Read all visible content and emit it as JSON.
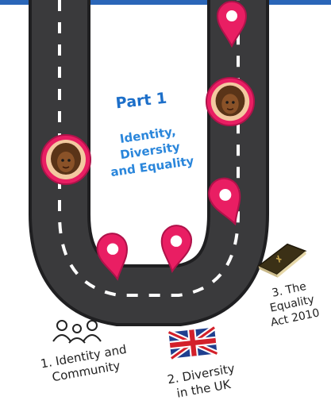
{
  "title": {
    "part": "Part 1",
    "subtitle": "Identity,\nDiversity\nand Equality"
  },
  "stops": [
    {
      "label": "1. Identity and\nCommunity",
      "icon": "people-icon"
    },
    {
      "label": "2. Diversity\nin the UK",
      "icon": "union-jack-flag-icon"
    },
    {
      "label": "3. The\nEquality\nAct 2010",
      "icon": "book-icon"
    }
  ],
  "colors": {
    "road": "#3a3a3c",
    "road_edge": "#1f1f21",
    "lane": "#ffffff",
    "pin": "#e91e63",
    "accent": "#1d6fc9",
    "topbar": "#2a66b8"
  },
  "icons": [
    "map-pin-icon",
    "avatar-girl-icon",
    "people-icon",
    "union-jack-flag-icon",
    "book-icon"
  ]
}
